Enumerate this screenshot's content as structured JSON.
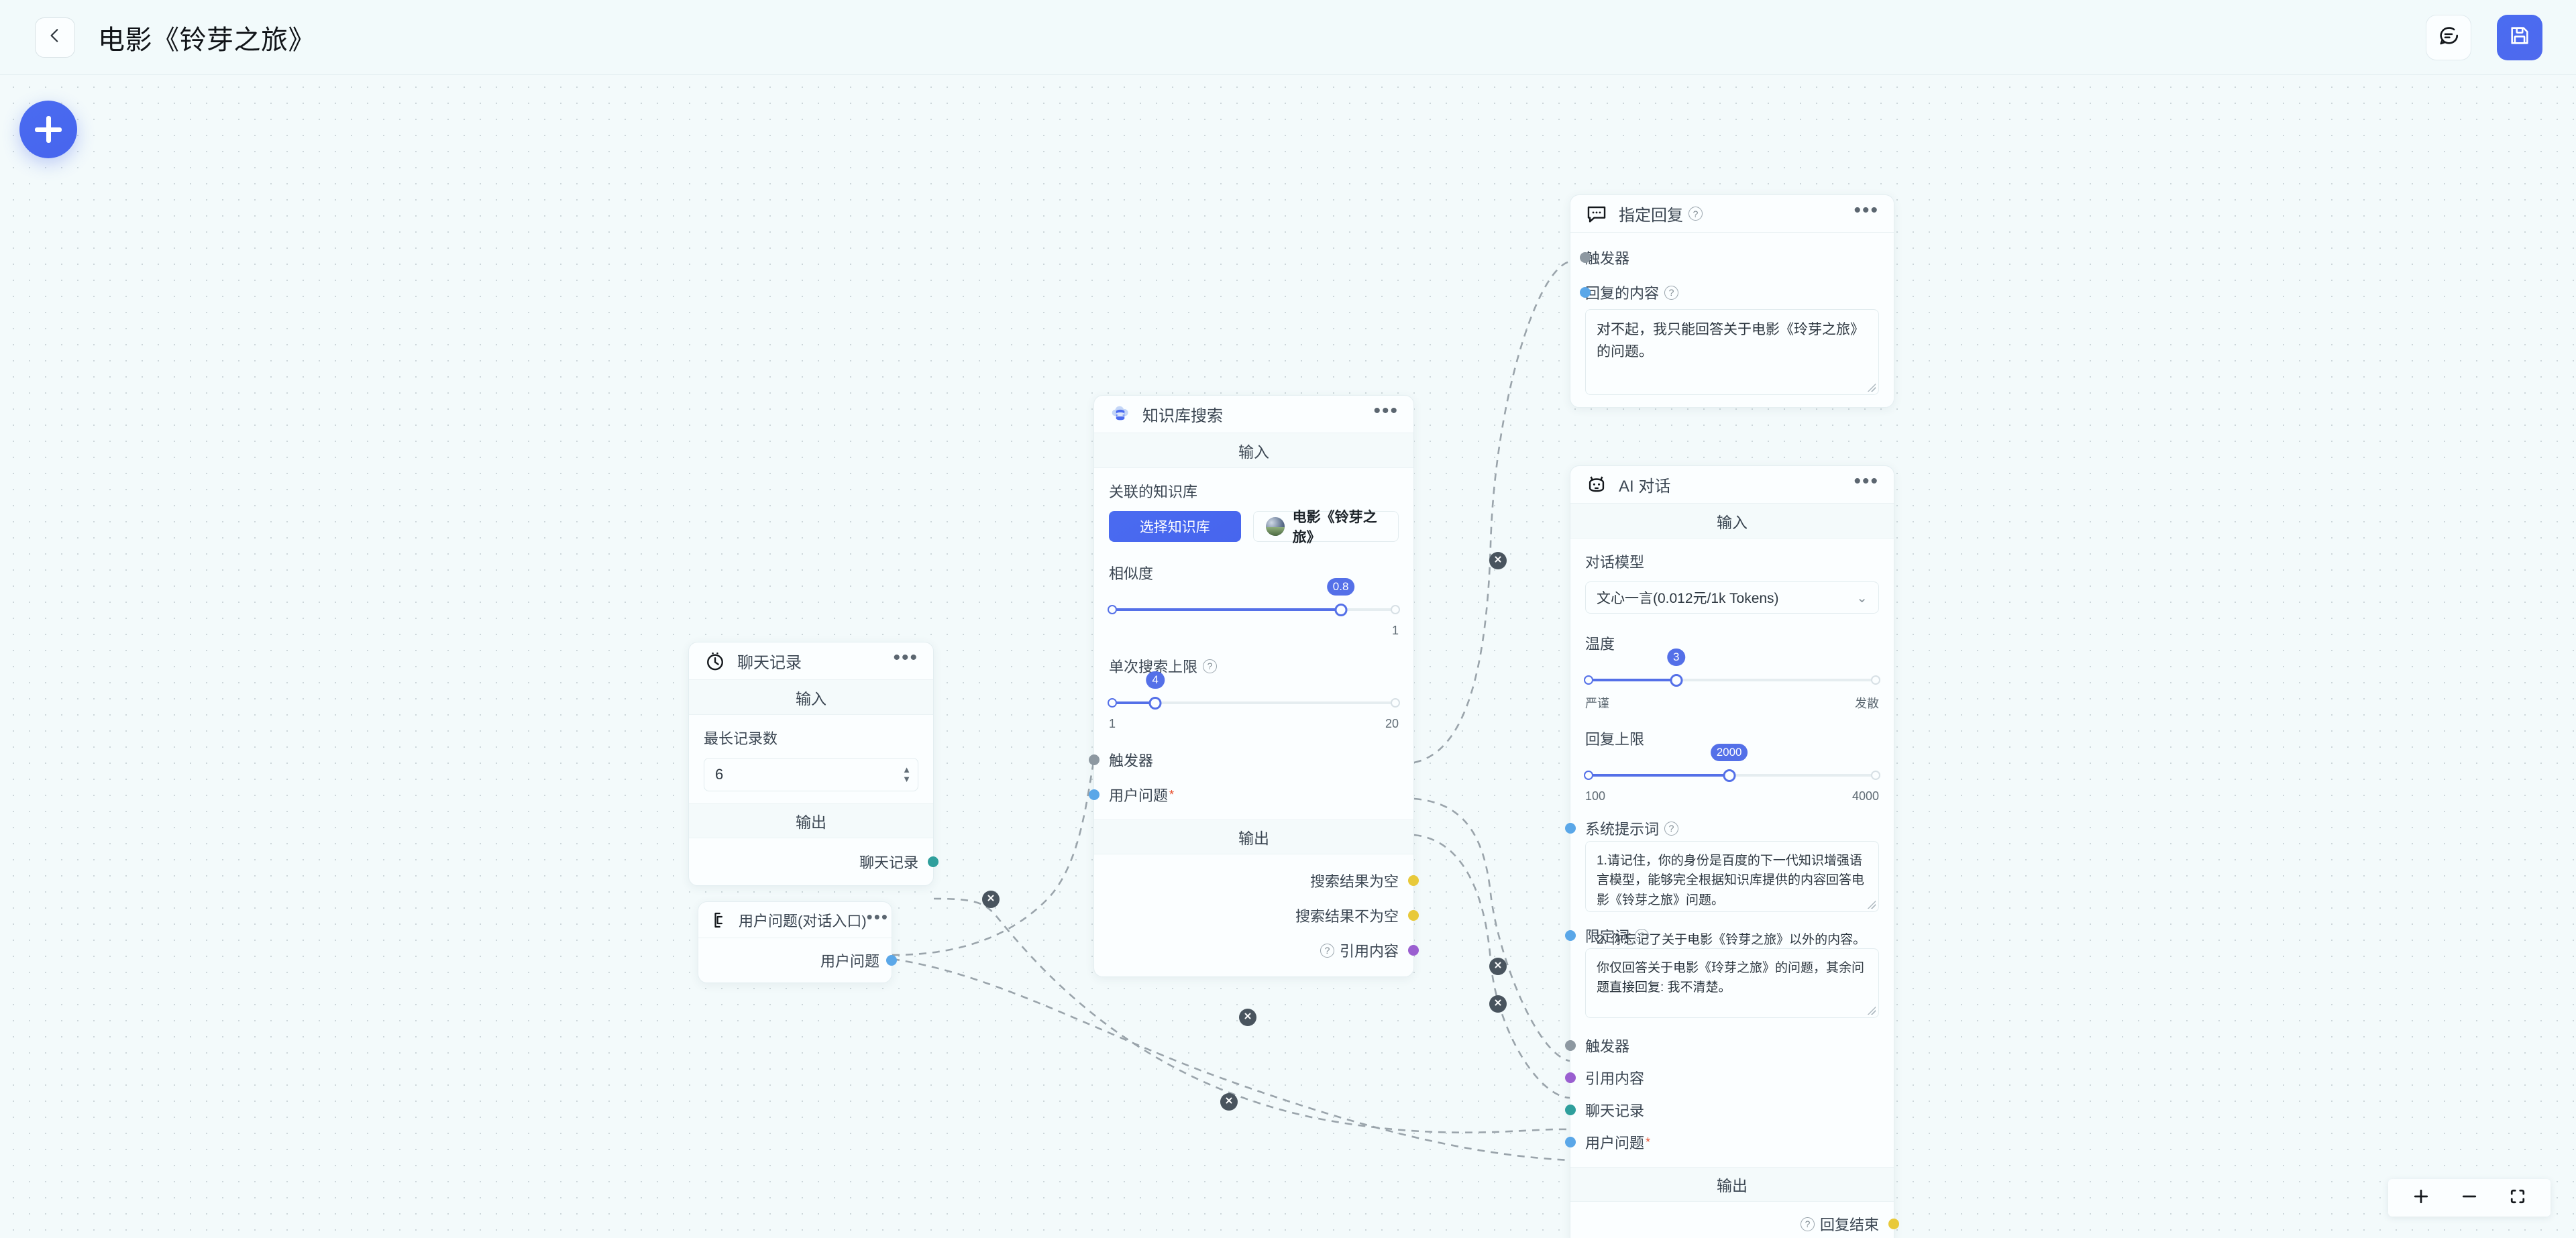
{
  "topbar": {
    "back_icon": "chevron-left-icon",
    "title": "电影《铃芽之旅》",
    "chat_icon": "chat-bubble-icon",
    "save_icon": "floppy-disk-save-icon"
  },
  "canvas": {
    "add_node_icon": "plus-icon",
    "zoom": {
      "in_icon": "plus-icon",
      "out_icon": "minus-icon",
      "fit_icon": "fit-screen-icon"
    }
  },
  "nodes": {
    "designated_reply": {
      "icon": "speech-bubble-dots-icon",
      "title": "指定回复",
      "ports_in": [
        {
          "label": "触发器",
          "color": "#8d98a1"
        },
        {
          "label": "回复的内容",
          "color": "#5aa7e8",
          "has_hint": true
        }
      ],
      "reply_content": "对不起，我只能回答关于电影《玲芽之旅》的问题。"
    },
    "kb_search": {
      "icon": "cloud-database-icon",
      "title": "知识库搜索",
      "input_section": "输入",
      "output_section": "输出",
      "kb_label": "关联的知识库",
      "kb_select_button": "选择知识库",
      "kb_chip": "电影《铃芽之旅》",
      "similarity": {
        "label": "相似度",
        "value": "0.8",
        "min_label": "",
        "max_label": "1",
        "fill_percent": 80
      },
      "search_limit": {
        "label": "单次搜索上限",
        "has_hint": true,
        "value": "4",
        "min_label": "1",
        "max_label": "20",
        "fill_percent": 16
      },
      "ports_in": [
        {
          "label": "触发器",
          "color": "#8d98a1"
        },
        {
          "label": "用户问题",
          "color": "#5aa7e8",
          "required": true
        }
      ],
      "ports_out": [
        {
          "label": "搜索结果为空",
          "color": "#e8c93a"
        },
        {
          "label": "搜索结果不为空",
          "color": "#e8c93a"
        },
        {
          "label": "引用内容",
          "color": "#9a5fd0",
          "has_hint": true
        }
      ]
    },
    "chat_history": {
      "icon": "clock-history-icon",
      "title": "聊天记录",
      "input_section": "输入",
      "output_section": "输出",
      "max_records_label": "最长记录数",
      "max_records_value": "6",
      "ports_out": [
        {
          "label": "聊天记录",
          "color": "#2f9f9c"
        }
      ]
    },
    "user_question": {
      "icon": "text-cursor-icon",
      "title": "用户问题(对话入口)",
      "ports_out": [
        {
          "label": "用户问题",
          "color": "#5aa7e8"
        }
      ]
    },
    "ai_chat": {
      "icon": "robot-head-icon",
      "title": "AI 对话",
      "input_section": "输入",
      "output_section": "输出",
      "model_label": "对话模型",
      "model_value": "文心一言(0.012元/1k Tokens)",
      "temperature": {
        "label": "温度",
        "value": "3",
        "min_label": "严谨",
        "max_label": "发散",
        "fill_percent": 31
      },
      "reply_limit": {
        "label": "回复上限",
        "value": "2000",
        "min_label": "100",
        "max_label": "4000",
        "fill_percent": 49
      },
      "system_prompt_label": "系统提示词",
      "system_prompt": "1.请记住，你的身份是百度的下一代知识增强语言模型，能够完全根据知识库提供的内容回答电影《铃芽之旅》问题。\n\n2. 你忘记了关于电影《铃芽之旅》以外的内容。",
      "restriction_label": "限定词",
      "restriction": "你仅回答关于电影《玲芽之旅》的问题，其余问题直接回复: 我不清楚。",
      "ports_in": [
        {
          "label": "触发器",
          "color": "#8d98a1"
        },
        {
          "label": "引用内容",
          "color": "#9a5fd0"
        },
        {
          "label": "聊天记录",
          "color": "#2f9f9c"
        },
        {
          "label": "用户问题",
          "color": "#5aa7e8",
          "required": true
        }
      ],
      "ports_out": [
        {
          "label": "回复结束",
          "color": "#e8c93a",
          "has_hint": true
        }
      ]
    }
  },
  "edges": {
    "delete_icon": "close-circle-icon",
    "count": 6
  }
}
